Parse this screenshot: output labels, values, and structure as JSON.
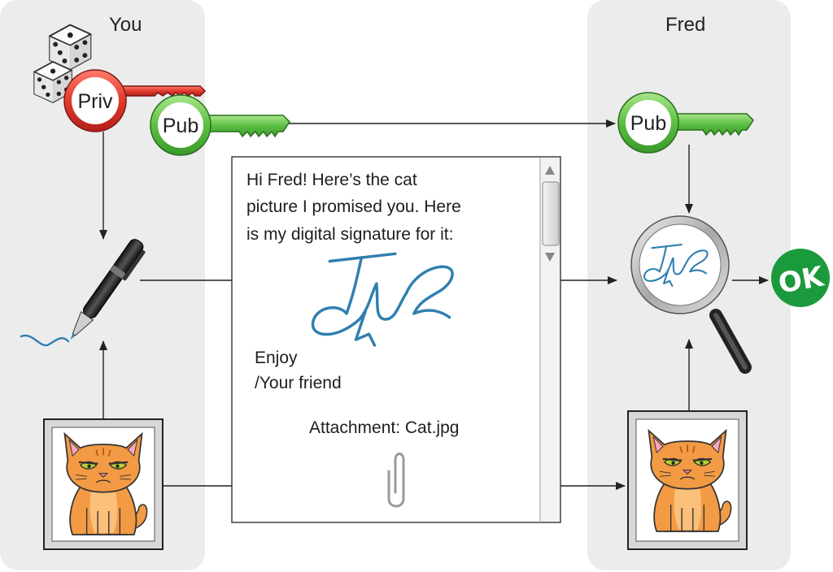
{
  "actors": {
    "sender": "You",
    "receiver": "Fred"
  },
  "keys": {
    "private_label": "Priv",
    "public_label": "Pub",
    "receiver_public_label": "Pub"
  },
  "message": {
    "lines": [
      "Hi Fred! Here’s the cat",
      "picture I promised you. Here",
      "is my digital signature for it:"
    ],
    "closing": "Enjoy",
    "signoff": "/Your friend",
    "attachment": "Attachment: Cat.jpg"
  },
  "result": {
    "badge": "OK"
  },
  "colors": {
    "private_key": "#e23a2e",
    "public_key": "#5cbf44",
    "ok_badge": "#1a9a3c",
    "signature_ink": "#2f7fb0",
    "panel_bg": "#ececec",
    "cat_fur": "#f39a44"
  },
  "icons": [
    "dice-icon",
    "pen-icon",
    "magnifier-icon",
    "paperclip-icon",
    "cat-picture-icon"
  ]
}
